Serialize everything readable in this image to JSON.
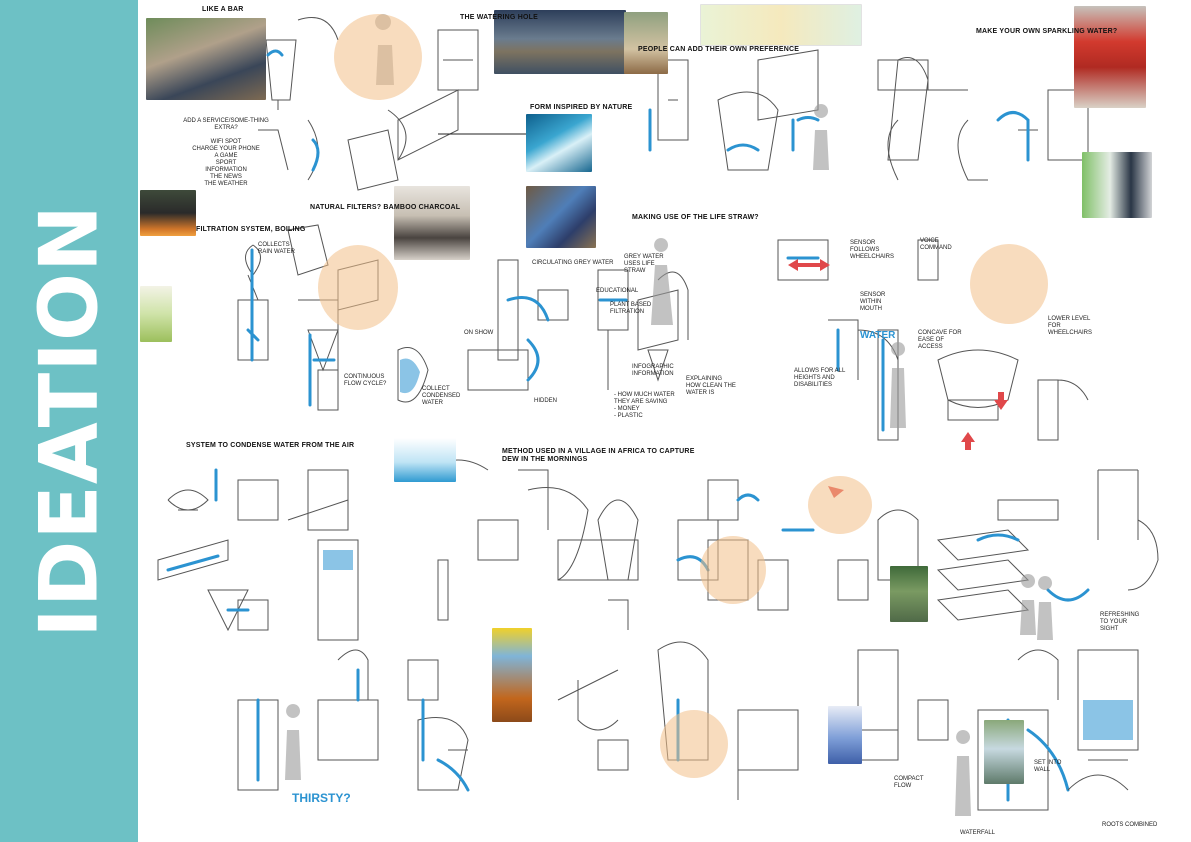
{
  "page_title": "IDEATION",
  "colors": {
    "sidebar": "#6dc1c5",
    "title": "#ffffff",
    "accent_blue": "#2b93d1",
    "accent_orange": "#f2c089",
    "accent_red": "#e0484a"
  },
  "headings": [
    "LIKE A BAR",
    "THE WATERING HOLE",
    "PEOPLE CAN ADD THEIR OWN PREFERENCE",
    "MAKE YOUR OWN SPARKLING WATER?",
    "FORM INSPIRED BY NATURE",
    "NATURAL FILTERS? BAMBOO CHARCOAL",
    "FILTRATION SYSTEM, BOILING",
    "MAKING USE OF THE LIFE STRAW?",
    "SYSTEM TO CONDENSE WATER FROM THE AIR",
    "METHOD USED IN A VILLAGE IN AFRICA TO CAPTURE DEW IN THE MORNINGS"
  ],
  "labels": [
    "ADD A SERVICE/SOME-THING EXTRA?\n\nWIFI SPOT\nCHARGE YOUR PHONE\nA GAME\nSPORT\nINFORMATION\nTHE NEWS\nTHE WEATHER",
    "CIRCULATING GREY WATER",
    "GREY WATER USES LIFE STRAW",
    "EDUCATIONAL",
    "PLANT BASED FILTRATION",
    "ON SHOW",
    "HIDDEN",
    "INFOGRAPHIC INFORMATION",
    "EXPLAINING HOW CLEAN THE WATER IS",
    "- HOW MUCH WATER THEY ARE SAVING\n- MONEY\n- PLASTIC",
    "COLLECT CONDENSED WATER",
    "CONTINUOUS FLOW CYCLE?",
    "COLLECTS RAIN WATER",
    "SENSOR FOLLOWS WHEELCHAIRS",
    "VOICE COMMAND",
    "SENSOR WITHIN MOUTH",
    "ALLOWS FOR ALL HEIGHTS AND DISABILITIES",
    "CONCAVE FOR EASE OF ACCESS",
    "LOWER LEVEL FOR WHEELCHAIRS",
    "THIRSTY?",
    "WATER",
    "COMPACT FLOW",
    "SET INTO WALL",
    "ROOTS COMBINED",
    "REFRESHING TO YOUR SIGHT",
    "WATERFALL"
  ]
}
